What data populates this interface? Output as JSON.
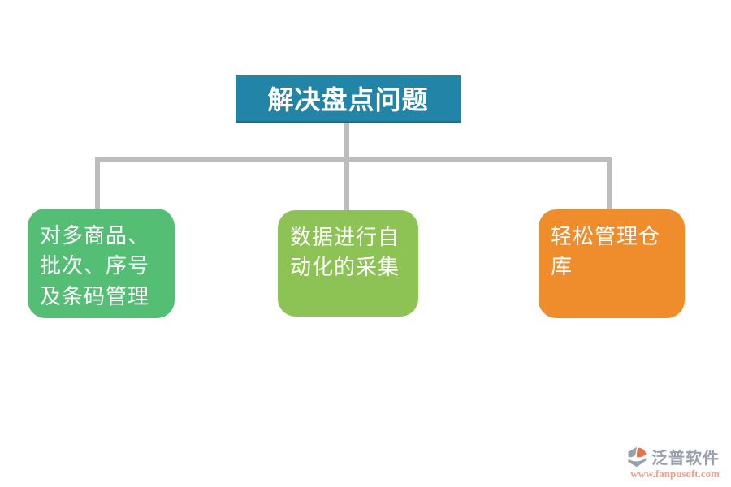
{
  "diagram": {
    "title": {
      "label": "解决盘点问题"
    },
    "nodes": [
      {
        "id": "node-1",
        "label": "对多商品、批次、序号及条码管理",
        "color": "#53BE74"
      },
      {
        "id": "node-2",
        "label": "数据进行自动化的采集",
        "color": "#8DC355"
      },
      {
        "id": "node-3",
        "label": "轻松管理仓库",
        "color": "#EF8D2D"
      }
    ],
    "colors": {
      "title_bg": "#2285A8",
      "title_border": "#17708F",
      "connector": "#BDBDBD",
      "node1_bg": "#53BE74",
      "node2_bg": "#8DC355",
      "node3_bg": "#EF8D2D",
      "text": "#FFFFFF"
    }
  },
  "watermark": {
    "brand": "泛普软件",
    "url": "www.fanpusoft.com",
    "icon": "fanpu-logo-icon",
    "brand_color": "#9AA1AB",
    "url_color": "#ECA28E",
    "icon_gray": "#97A0AB",
    "icon_orange": "#E2734C"
  }
}
